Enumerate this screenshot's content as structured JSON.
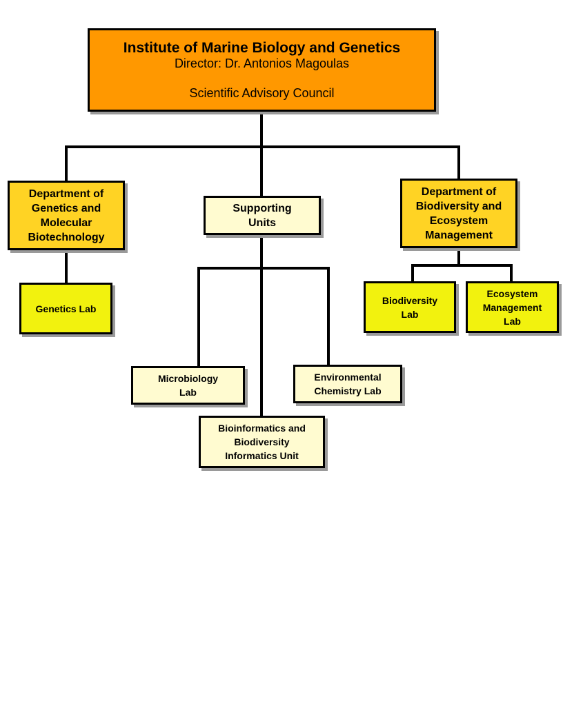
{
  "colors": {
    "root_fill": "#ff9800",
    "dept_fill": "#ffd324",
    "lab_fill": "#f2f20e",
    "support_fill": "#fffbd0",
    "line": "#000000",
    "shadow": "#9a9a9a"
  },
  "root": {
    "title": "Institute of Marine Biology and Genetics",
    "director": "Director: Dr. Antonios Magoulas",
    "council": "Scientific Advisory Council"
  },
  "departments": {
    "genetics": {
      "lines": [
        "Department of",
        "Genetics and",
        "Molecular",
        "Biotechnology"
      ],
      "labs": [
        {
          "lines": [
            "Genetics Lab"
          ]
        }
      ]
    },
    "biodiversity": {
      "lines": [
        "Department of",
        "Biodiversity and",
        "Ecosystem",
        "Management"
      ],
      "labs": [
        {
          "lines": [
            "Biodiversity",
            "Lab"
          ]
        },
        {
          "lines": [
            "Ecosystem",
            "Management",
            "Lab"
          ]
        }
      ]
    }
  },
  "supporting": {
    "lines": [
      "Supporting",
      "Units"
    ],
    "units": [
      {
        "lines": [
          "Microbiology",
          "Lab"
        ]
      },
      {
        "lines": [
          "Environmental",
          "Chemistry Lab"
        ]
      },
      {
        "lines": [
          "Bioinformatics and",
          "Biodiversity",
          "Informatics Unit"
        ]
      }
    ]
  }
}
